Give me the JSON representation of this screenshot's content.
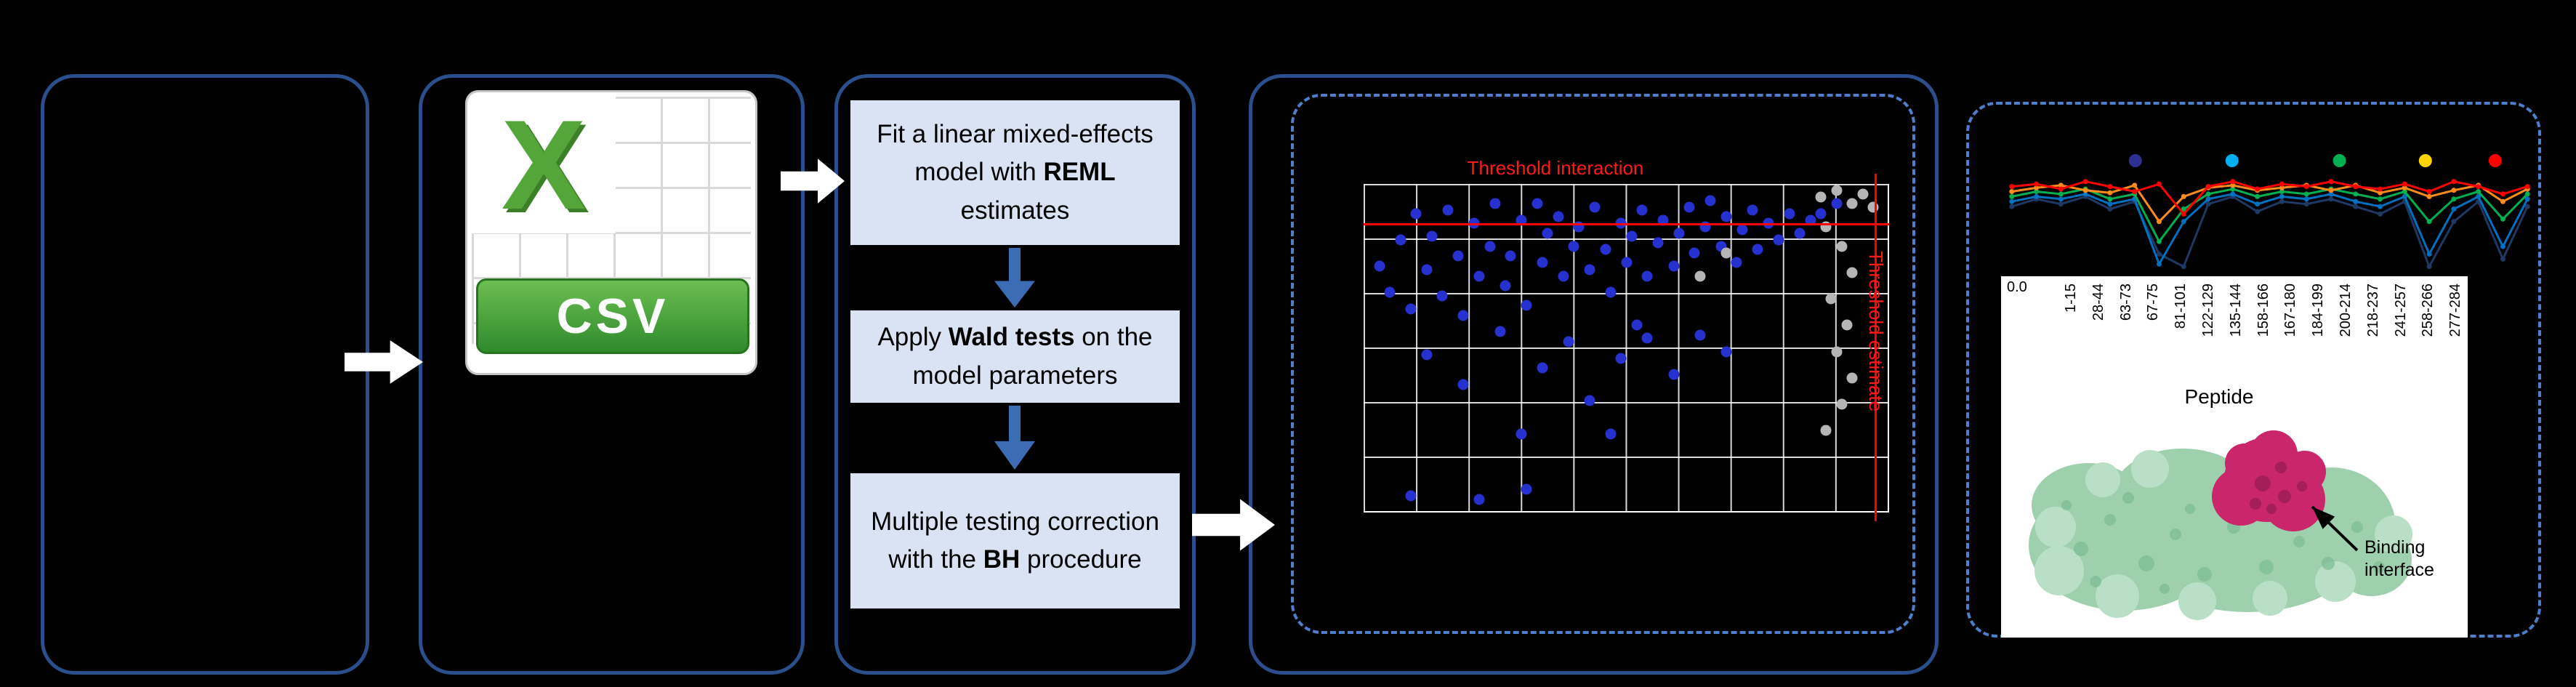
{
  "colors": {
    "background": "#000000",
    "panel_border": "#2b4e8c",
    "dashed_border": "#4d7fcb",
    "process_box_fill": "#dae3f3",
    "process_box_border": "#000000",
    "flow_arrow": "#ffffff",
    "step_arrow": "#3c6db4",
    "threshold_red": "#ff0000",
    "scatter_dot_blue": "#2631cf",
    "scatter_dot_gray": "#b5b5b5",
    "csv_green": "#3f9a31",
    "protein_green": "#9fd0ae",
    "protein_magenta": "#c9266b"
  },
  "csv_icon": {
    "letter": "X",
    "label": "CSV"
  },
  "process_boxes": {
    "box1": {
      "pre": "Fit a linear mixed-effects model with ",
      "bold": "REML",
      "post": " estimates"
    },
    "box2": {
      "pre": "Apply ",
      "bold": "Wald tests",
      "post": " on the model parameters"
    },
    "box3": {
      "pre": "Multiple testing correction with the ",
      "bold": "BH",
      "post": " procedure"
    }
  },
  "scatter": {
    "threshold_interaction_label": "Threshold interaction",
    "threshold_estimate_label": "Threshold estimate",
    "grid": {
      "cols": 10,
      "rows": 6
    },
    "red_hline_y_pct": 12.5,
    "red_vline_x_pct": 97.5,
    "blue_points": [
      [
        3,
        25
      ],
      [
        5,
        33
      ],
      [
        7,
        17
      ],
      [
        9,
        38
      ],
      [
        10,
        9
      ],
      [
        12,
        26
      ],
      [
        13,
        16
      ],
      [
        15,
        34
      ],
      [
        16,
        8
      ],
      [
        18,
        22
      ],
      [
        19,
        40
      ],
      [
        21,
        12
      ],
      [
        22,
        28
      ],
      [
        24,
        19
      ],
      [
        25,
        6
      ],
      [
        27,
        31
      ],
      [
        28,
        22
      ],
      [
        30,
        11
      ],
      [
        31,
        37
      ],
      [
        33,
        6
      ],
      [
        34,
        24
      ],
      [
        35,
        15
      ],
      [
        37,
        10
      ],
      [
        38,
        28
      ],
      [
        40,
        19
      ],
      [
        41,
        13
      ],
      [
        43,
        26
      ],
      [
        44,
        7
      ],
      [
        46,
        20
      ],
      [
        47,
        33
      ],
      [
        49,
        12
      ],
      [
        50,
        24
      ],
      [
        51,
        16
      ],
      [
        53,
        8
      ],
      [
        54,
        28
      ],
      [
        56,
        18
      ],
      [
        57,
        11
      ],
      [
        59,
        25
      ],
      [
        60,
        15
      ],
      [
        62,
        7
      ],
      [
        63,
        21
      ],
      [
        65,
        13
      ],
      [
        66,
        5
      ],
      [
        68,
        19
      ],
      [
        69,
        10
      ],
      [
        71,
        24
      ],
      [
        72,
        14
      ],
      [
        74,
        8
      ],
      [
        75,
        20
      ],
      [
        77,
        12
      ],
      [
        79,
        17
      ],
      [
        81,
        9
      ],
      [
        83,
        15
      ],
      [
        85,
        11
      ],
      [
        87,
        9
      ],
      [
        90,
        6
      ],
      [
        12,
        52
      ],
      [
        19,
        61
      ],
      [
        26,
        45
      ],
      [
        30,
        76
      ],
      [
        34,
        56
      ],
      [
        39,
        48
      ],
      [
        43,
        66
      ],
      [
        49,
        53
      ],
      [
        54,
        47
      ],
      [
        59,
        58
      ],
      [
        31,
        93
      ],
      [
        9,
        95
      ],
      [
        22,
        96
      ],
      [
        64,
        46
      ],
      [
        69,
        51
      ],
      [
        47,
        76
      ],
      [
        52,
        43
      ]
    ],
    "gray_points": [
      [
        64,
        28
      ],
      [
        69,
        21
      ],
      [
        87,
        4
      ],
      [
        90,
        2
      ],
      [
        93,
        6
      ],
      [
        95,
        3
      ],
      [
        97,
        7
      ],
      [
        88,
        13
      ],
      [
        91,
        19
      ],
      [
        93,
        27
      ],
      [
        89,
        35
      ],
      [
        92,
        43
      ],
      [
        90,
        51
      ],
      [
        93,
        59
      ],
      [
        91,
        67
      ],
      [
        88,
        75
      ]
    ]
  },
  "profile_chart": {
    "baseline_label": "0.0",
    "top_dots": [
      {
        "x": 25,
        "color": "#2e3192"
      },
      {
        "x": 43,
        "color": "#00b0f0"
      },
      {
        "x": 63,
        "color": "#00b050"
      },
      {
        "x": 79,
        "color": "#ffd500"
      },
      {
        "x": 92,
        "color": "#ff0000"
      }
    ],
    "series": [
      {
        "name": "navy",
        "color": "#1f3864",
        "y": [
          46,
          40,
          44,
          38,
          48,
          42,
          84,
          94,
          44,
          38,
          50,
          42,
          44,
          40,
          46,
          52,
          42,
          94,
          58,
          42,
          88,
          46
        ]
      },
      {
        "name": "blue",
        "color": "#0070c0",
        "y": [
          42,
          38,
          40,
          36,
          44,
          40,
          92,
          58,
          40,
          36,
          44,
          38,
          40,
          36,
          42,
          46,
          38,
          84,
          48,
          38,
          78,
          40
        ]
      },
      {
        "name": "green",
        "color": "#00b050",
        "y": [
          38,
          34,
          36,
          32,
          40,
          36,
          74,
          48,
          36,
          32,
          38,
          34,
          36,
          32,
          36,
          40,
          34,
          58,
          40,
          34,
          56,
          36
        ]
      },
      {
        "name": "orange",
        "color": "#ff8c1a",
        "y": [
          34,
          31,
          29,
          33,
          35,
          29,
          58,
          38,
          31,
          29,
          33,
          31,
          29,
          33,
          29,
          35,
          31,
          38,
          33,
          29,
          42,
          32
        ]
      },
      {
        "name": "red",
        "color": "#ff0000",
        "y": [
          30,
          28,
          32,
          26,
          30,
          34,
          28,
          52,
          30,
          26,
          32,
          28,
          30,
          26,
          30,
          32,
          28,
          34,
          26,
          30,
          36,
          30
        ]
      }
    ]
  },
  "peptide_axis": {
    "labels": [
      "1-15",
      "28-44",
      "63-73",
      "67-75",
      "81-101",
      "122-129",
      "135-144",
      "158-166",
      "167-180",
      "184-199",
      "200-214",
      "218-237",
      "241-257",
      "258-266",
      "277-284"
    ],
    "title": "Peptide"
  },
  "protein": {
    "annotation": "Binding interface"
  }
}
